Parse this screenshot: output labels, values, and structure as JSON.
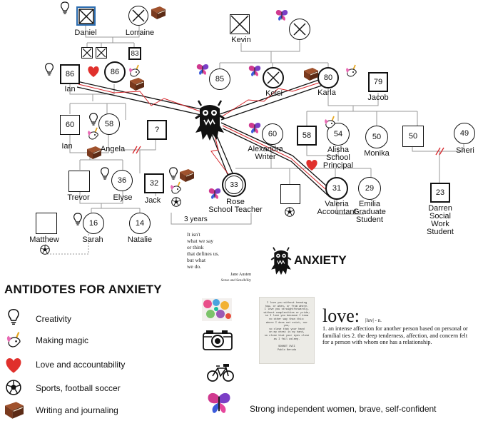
{
  "people": {
    "daniel": {
      "name": "Daniel"
    },
    "lorraine": {
      "name": "Lorraine"
    },
    "kevin": {
      "name": "Kevin"
    },
    "c83": {
      "age": "83"
    },
    "ian_father": {
      "name": "Ian",
      "age": "86"
    },
    "angela_mother": {
      "age": "86"
    },
    "p85": {
      "age": "85"
    },
    "kelsi": {
      "name": "Kelsi"
    },
    "karla": {
      "name": "Karla",
      "age": "80"
    },
    "jacob": {
      "name": "Jacob",
      "age": "79"
    },
    "ian": {
      "name": "Ian",
      "age": "60"
    },
    "angela": {
      "name": "Angela",
      "age": "58"
    },
    "unknown": {
      "age": "?"
    },
    "alexandra": {
      "name": "Alexandra\nWriter",
      "age": "60"
    },
    "p58b": {
      "age": "58"
    },
    "alisha": {
      "name": "Alisha\nSchool\nPrincipal",
      "age": "54"
    },
    "monika": {
      "name": "Monika",
      "age": "50"
    },
    "p50b": {
      "age": "50"
    },
    "sheri": {
      "name": "Sheri",
      "age": "49"
    },
    "trevor": {
      "name": "Trevor"
    },
    "elyse": {
      "name": "Elyse",
      "age": "36"
    },
    "jack": {
      "name": "Jack",
      "age": "32"
    },
    "rose": {
      "name": "Rose\nSchool Teacher",
      "age": "33"
    },
    "valeria": {
      "name": "Valeria\nAccountant",
      "age": "31"
    },
    "emilia": {
      "name": "Emilia\nGraduate\nStudent",
      "age": "29"
    },
    "darren": {
      "name": "Darren\nSocial Work\nStudent",
      "age": "23"
    },
    "matthew": {
      "name": "Matthew"
    },
    "sarah": {
      "name": "Sarah",
      "age": "16"
    },
    "natalie": {
      "name": "Natalie",
      "age": "14"
    }
  },
  "three_years": "3 years",
  "quote": {
    "lines": [
      "It isn't",
      "what we say",
      "or think",
      "that defines us.",
      "but what",
      "we do."
    ],
    "author": "Jane Austen",
    "source": "Sense and Sensibility"
  },
  "anxiety_title": "ANXIETY",
  "antidotes": {
    "title": "ANTIDOTES FOR ANXIETY",
    "items": [
      {
        "label": "Creativity",
        "icon": "lightbulb-icon"
      },
      {
        "label": "Making magic",
        "icon": "unicorn-icon"
      },
      {
        "label": "Love and accountability",
        "icon": "heart-icon"
      },
      {
        "label": "Sports, football soccer",
        "icon": "soccer-ball-icon"
      },
      {
        "label": "Writing and journaling",
        "icon": "book-icon"
      }
    ]
  },
  "poem": {
    "lines": [
      "I love you without knowing",
      "how, or when, or from where.",
      "I love you straightforwardly,",
      "without complexities or pride;",
      "so I love you because I know",
      "no other way than this:",
      "where I does not exist, nor you,",
      "so close that your hand",
      "on my chest is my hand,",
      "so close that your eyes close",
      "as I fall asleep."
    ],
    "title": "SONNET XVII",
    "author": "Pablo Neruda"
  },
  "love_def": {
    "word": "love:",
    "pron": "|luv| - n.",
    "text": "1. an intense affection for another person based on personal or familial ties 2. the deep tenderness, affection, and concern felt for a person with whom one has a relationship."
  },
  "women_caption": "Strong independent women, brave, self-confident",
  "colors": {
    "red_line": "#d6262b",
    "heart": "#e0302c",
    "daniel_border": "#2b6cb0",
    "book": "#7a3a1e",
    "butterfly_a": "#d0398f",
    "butterfly_b": "#3b5bdb"
  }
}
